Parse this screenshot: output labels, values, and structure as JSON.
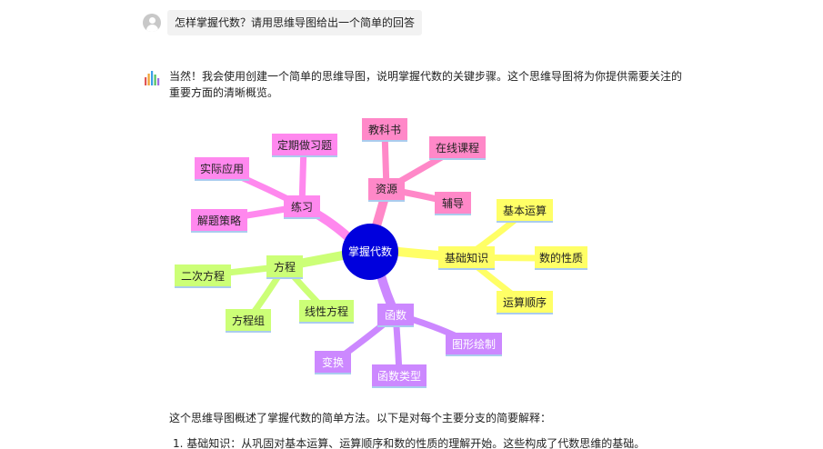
{
  "user_message": {
    "avatar_icon": "user-avatar-icon",
    "text": "怎样掌握代数？请用思维导图给出一个简单的回答"
  },
  "bot_message": {
    "avatar_icon": "bot-logo-icon",
    "intro": "当然！我会使用创建一个简单的思维导图，说明掌握代数的关键步骤。这个思维导图将为你提供需要关注的重要方面的清晰概览。",
    "summary": "这个思维导图概述了掌握代数的简单方法。以下是对每个主要分支的简要解释：",
    "list_items": [
      "1. 基础知识：从巩固对基本运算、运算顺序和数的性质的理解开始。这些构成了代数思维的基础。"
    ]
  },
  "mindmap": {
    "center": {
      "label": "掌握代数",
      "color": "#0000dd",
      "text_color": "#ffffff"
    },
    "branches": [
      {
        "id": "resources",
        "label": "资源",
        "color": "#ff88c8",
        "children": [
          {
            "label": "教科书"
          },
          {
            "label": "在线课程"
          },
          {
            "label": "辅导"
          }
        ]
      },
      {
        "id": "basics",
        "label": "基础知识",
        "color": "#ffff66",
        "children": [
          {
            "label": "基本运算"
          },
          {
            "label": "数的性质"
          },
          {
            "label": "运算顺序"
          }
        ]
      },
      {
        "id": "functions",
        "label": "函数",
        "color": "#cc88ff",
        "children": [
          {
            "label": "图形绘制"
          },
          {
            "label": "函数类型"
          },
          {
            "label": "变换"
          }
        ]
      },
      {
        "id": "equations",
        "label": "方程",
        "color": "#ccff77",
        "children": [
          {
            "label": "二次方程"
          },
          {
            "label": "方程组"
          },
          {
            "label": "线性方程"
          }
        ]
      },
      {
        "id": "practice",
        "label": "练习",
        "color": "#ff88ee",
        "children": [
          {
            "label": "定期做习题"
          },
          {
            "label": "实际应用"
          },
          {
            "label": "解题策略"
          }
        ]
      }
    ]
  }
}
